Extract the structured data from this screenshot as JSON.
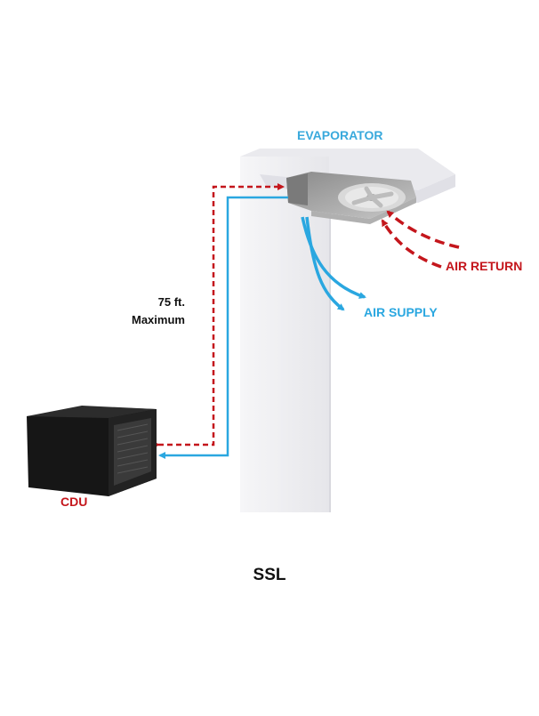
{
  "diagram": {
    "labels": {
      "evaporator": "EVAPORATOR",
      "air_return": "AIR RETURN",
      "air_supply": "AIR SUPPLY",
      "distance_line1": "75 ft.",
      "distance_line2": "Maximum",
      "cdu": "CDU"
    },
    "caption": "SSL",
    "colors": {
      "supply": "#2aa7e0",
      "return": "#c4161c",
      "evaporator_label": "#39a9dc",
      "cdu_label": "#c4161c",
      "wall": "#f1f1f3",
      "unit_body": "#9a9a9a",
      "cdu_body": "#1b1b1b"
    }
  }
}
